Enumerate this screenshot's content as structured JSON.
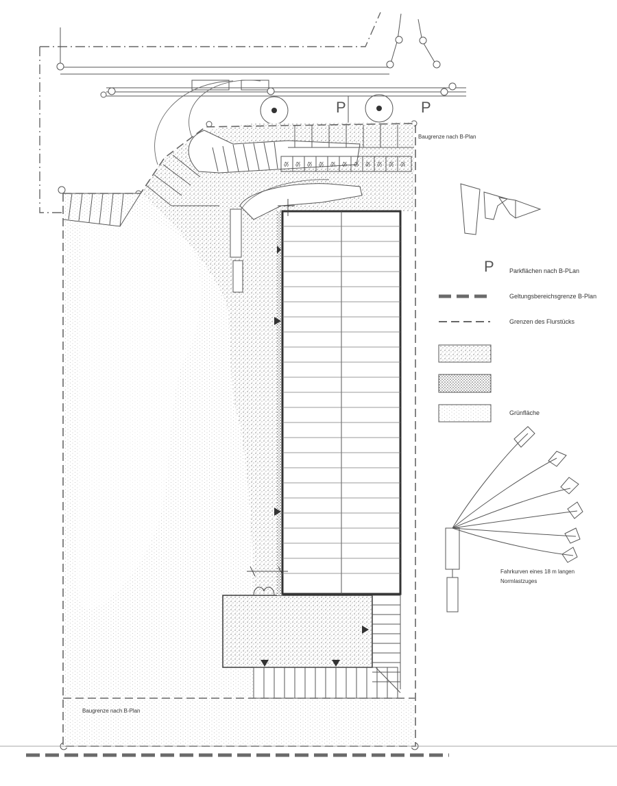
{
  "plan": {
    "parking_markers": [
      "P",
      "P"
    ],
    "stall_markers": [
      "St",
      "St",
      "St",
      "St",
      "St",
      "St",
      "St",
      "St",
      "St",
      "St",
      "St"
    ],
    "baugrenze_top": "Baugrenze nach B-Plan",
    "baugrenze_bottom": "Baugrenze nach B-Plan"
  },
  "legend": {
    "parking_symbol": "P",
    "parking_label": "Parkflächen nach B-PLan",
    "geltungsbereich_label": "Geltungsbereichsgrenze B-Plan",
    "flurstueck_label": "Grenzen des Flurstücks",
    "paving_label_1": "",
    "paving_label_2": "",
    "green_label": "Grünfläche",
    "turning_label_line1": "Fahrkurven eines 18 m langen",
    "turning_label_line2": "Normlastzuges"
  },
  "colors": {
    "line": "#555555",
    "dashed_boundary": "#707070",
    "stipple": "#8a8a8a",
    "green_dots": "#b0b0b0"
  }
}
